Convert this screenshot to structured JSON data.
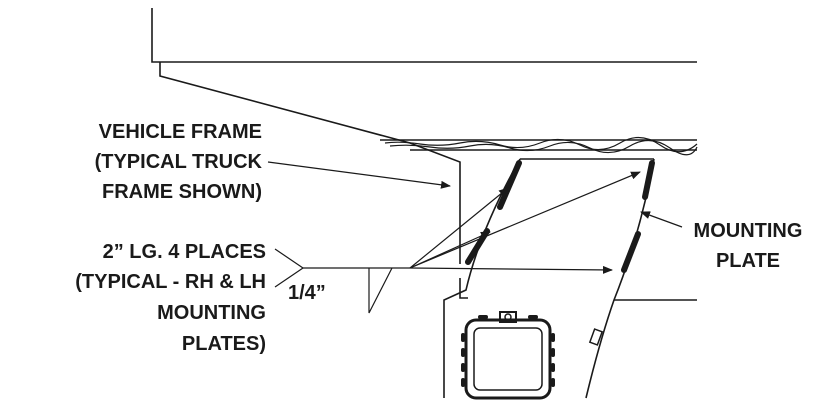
{
  "labels": {
    "vehicle_frame": [
      "VEHICLE FRAME",
      "(TYPICAL TRUCK",
      "FRAME SHOWN)"
    ],
    "weld_spec": [
      "2” LG. 4 PLACES",
      "(TYPICAL - RH & LH",
      "MOUNTING",
      "PLATES)"
    ],
    "weld_size": "1/4”",
    "mounting_plate": [
      "MOUNTING",
      "PLATE"
    ]
  },
  "colors": {
    "ink": "#1a1a1a",
    "background": "#ffffff"
  }
}
